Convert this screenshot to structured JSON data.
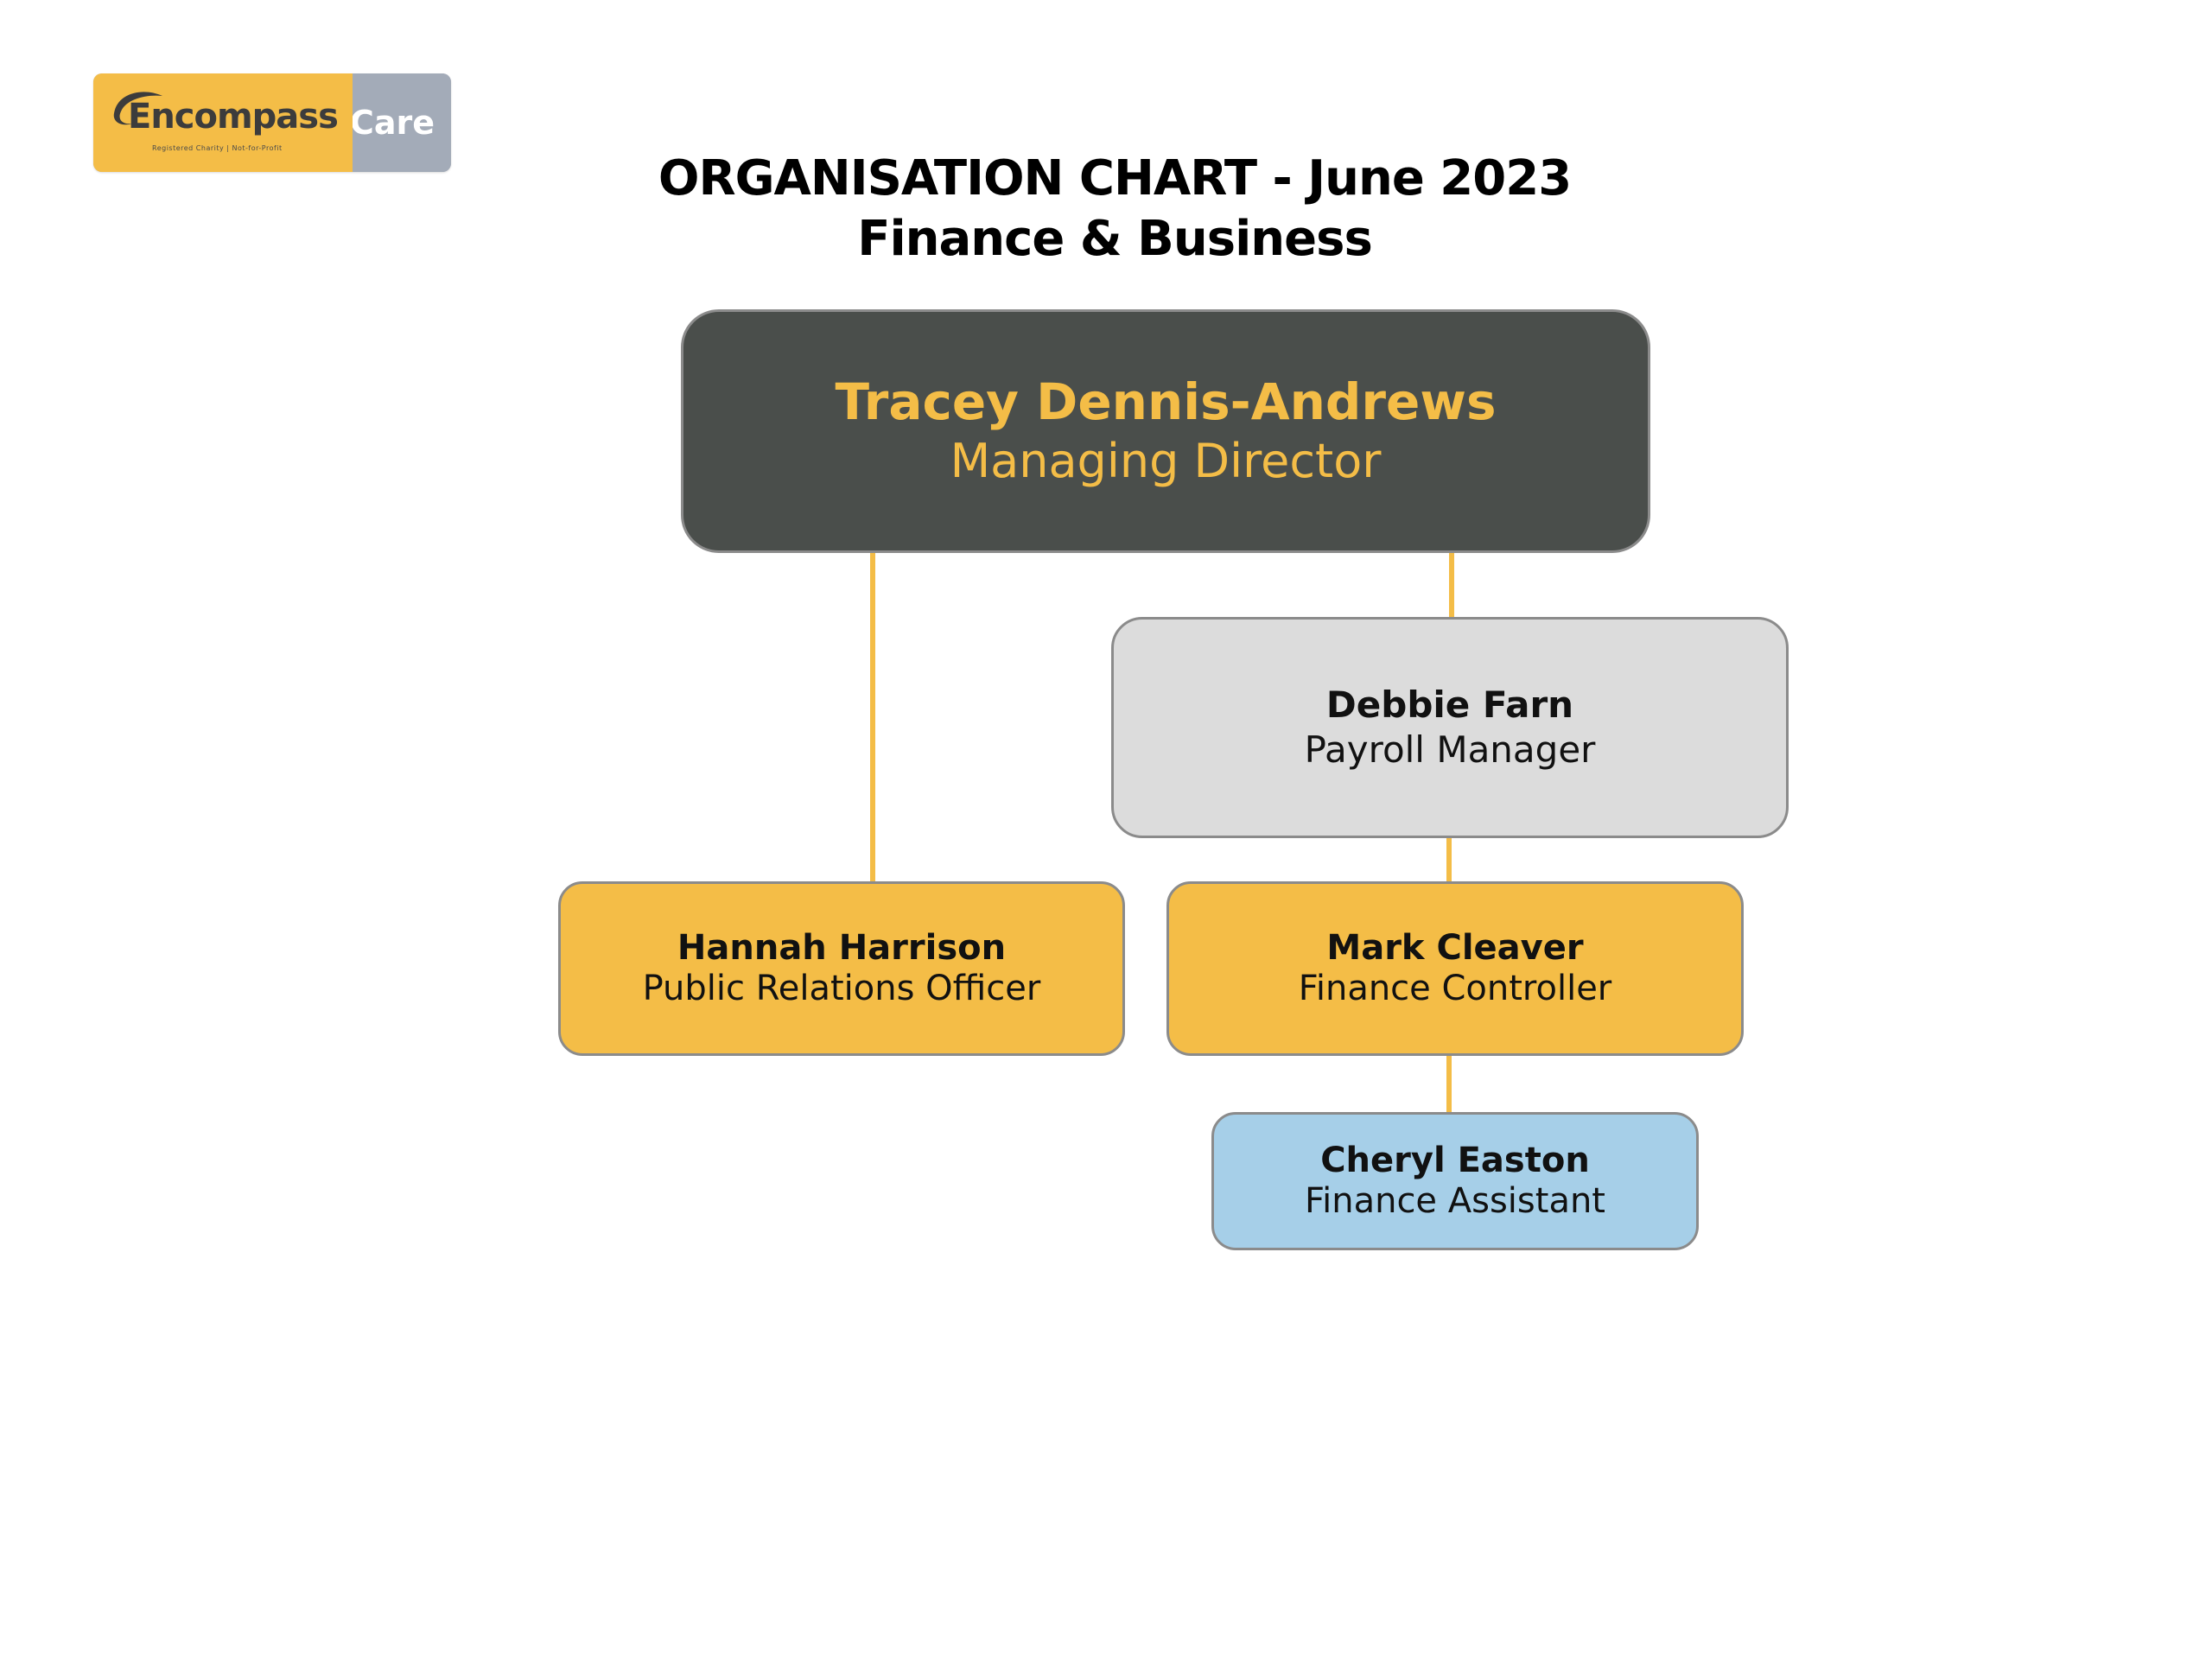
{
  "logo": {
    "name": "Encompass",
    "suffix": "Care",
    "tagline": "Registered Charity | Not-for-Profit"
  },
  "title": {
    "line1": "ORGANISATION CHART  - June 2023",
    "line2": "Finance & Business"
  },
  "nodes": {
    "md": {
      "name": "Tracey Dennis-Andrews",
      "role": "Managing Director"
    },
    "payroll": {
      "name": "Debbie Farn",
      "role": "Payroll Manager"
    },
    "pr": {
      "name": "Hannah Harrison",
      "role": "Public Relations Officer"
    },
    "finance_controller": {
      "name": "Mark Cleaver",
      "role": "Finance Controller"
    },
    "finance_assistant": {
      "name": "Cheryl Easton",
      "role": "Finance Assistant"
    }
  },
  "reports_to": [
    [
      "pr",
      "md"
    ],
    [
      "payroll",
      "md"
    ],
    [
      "finance_controller",
      "payroll"
    ],
    [
      "finance_assistant",
      "finance_controller"
    ]
  ],
  "colors": {
    "accent_yellow": "#f4bd47",
    "dark_box": "#4a4e4b",
    "grey_box": "#dcdcdc",
    "blue_box": "#a6cfe8",
    "logo_grey": "#a3abb8",
    "connector": "#f4bd47"
  }
}
